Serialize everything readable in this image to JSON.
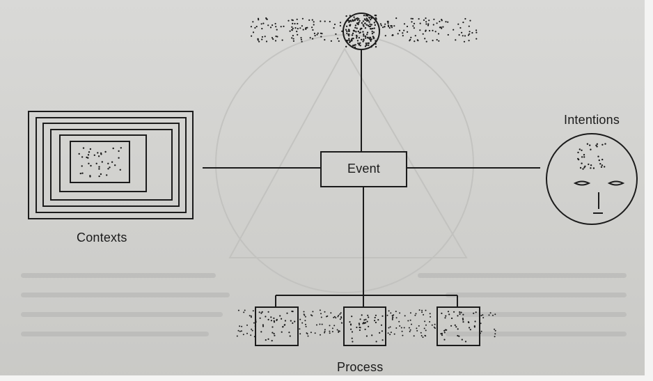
{
  "labels": {
    "event": "Event",
    "contexts": "Contexts",
    "intentions": "Intentions",
    "process": "Process"
  },
  "colors": {
    "paper": "#d3d3d0",
    "ink": "#1b1b1b"
  }
}
